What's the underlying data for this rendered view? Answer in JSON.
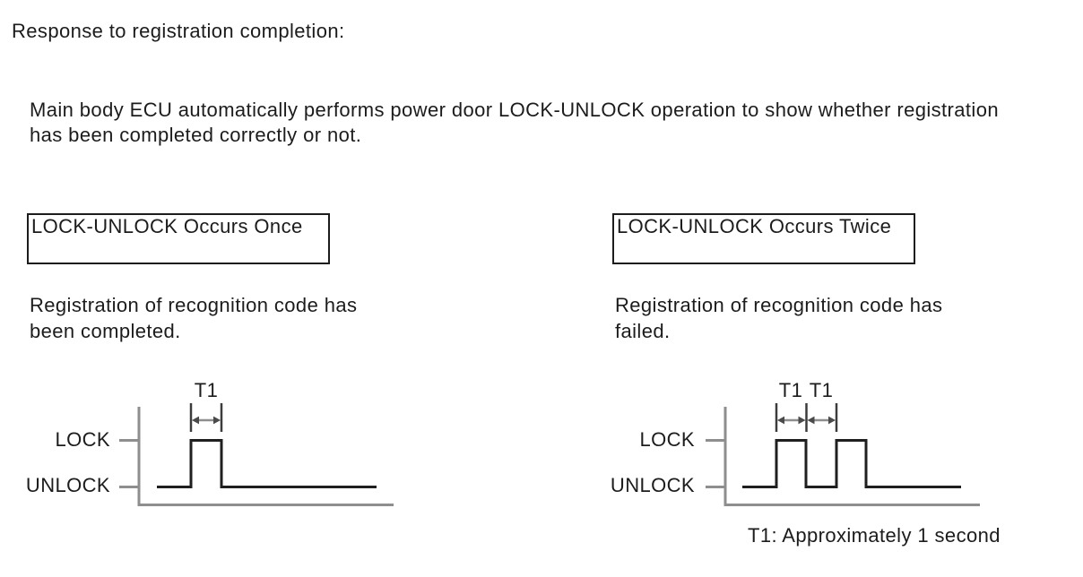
{
  "page": {
    "heading": "Response to registration completion:",
    "description": "Main body ECU automatically performs power door LOCK-UNLOCK operation to show whether registration has been completed correctly or not.",
    "footnote": "T1: Approximately 1 second"
  },
  "colors": {
    "background": "#ffffff",
    "text": "#1c1c1c",
    "signal_trace": "#1f1f1f",
    "axis_gray": "#8e8e8e",
    "dimension_line": "#3c3c3c",
    "box_border": "#1c1c1c"
  },
  "panels": {
    "left": {
      "box_label": "LOCK-UNLOCK Occurs Once",
      "caption": "Registration of recognition code has been completed.",
      "waveform": {
        "high_label": "LOCK",
        "low_label": "UNLOCK",
        "pulse_count": 1,
        "interval_labels": [
          "T1"
        ]
      }
    },
    "right": {
      "box_label": "LOCK-UNLOCK Occurs Twice",
      "caption": "Registration of recognition code has failed.",
      "waveform": {
        "high_label": "LOCK",
        "low_label": "UNLOCK",
        "pulse_count": 2,
        "interval_labels": [
          "T1",
          "T1"
        ]
      }
    }
  }
}
